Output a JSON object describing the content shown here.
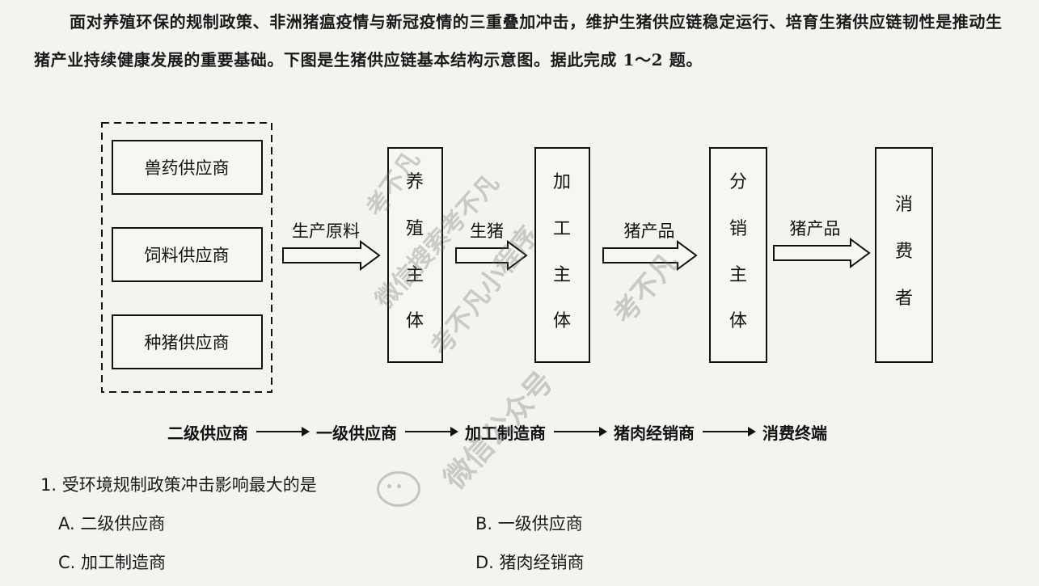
{
  "intro": {
    "text": "面对养殖环保的规制政策、非洲猪瘟疫情与新冠疫情的三重叠加冲击，维护生猪供应链稳定运行、培育生猪供应链韧性是推动生猪产业持续健康发展的重要基础。下图是生猪供应链基本结构示意图。据此完成 1～2 题。"
  },
  "diagram": {
    "suppliers": [
      "兽药供应商",
      "饲料供应商",
      "种猪供应商"
    ],
    "entities": [
      "养殖主体",
      "加工主体",
      "分销主体",
      "消费者"
    ],
    "flows": [
      "生产原料",
      "生猪",
      "猪产品",
      "猪产品"
    ]
  },
  "chain": [
    "二级供应商",
    "一级供应商",
    "加工制造商",
    "猪肉经销商",
    "消费终端"
  ],
  "question": {
    "stem": "1. 受环境规制政策冲击影响最大的是",
    "options": [
      "A. 二级供应商",
      "B. 一级供应商",
      "C. 加工制造商",
      "D. 猪肉经销商"
    ]
  },
  "watermarks": [
    "考不凡",
    "微信搜索考不凡",
    "考不凡小程序",
    "考不凡",
    "微信公众号"
  ]
}
